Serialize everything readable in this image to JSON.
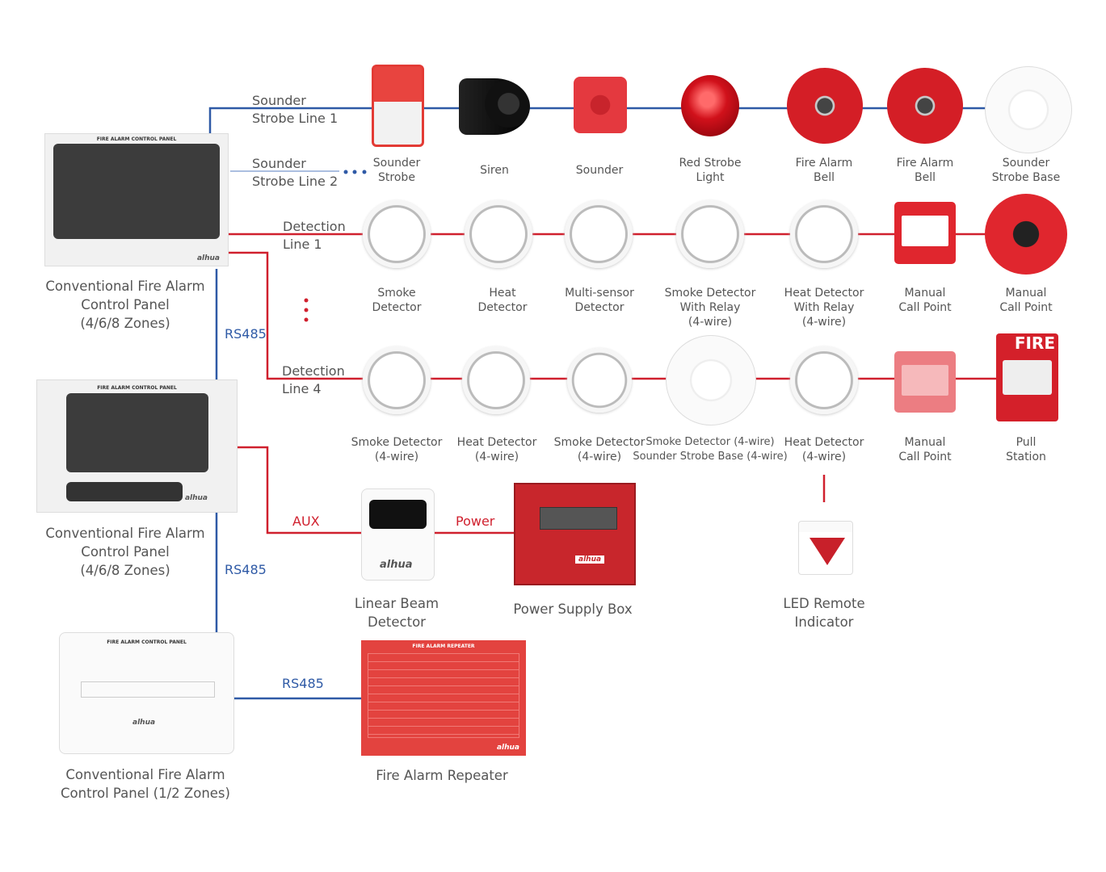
{
  "colors": {
    "blue_line": "#2f5aa6",
    "red_line": "#d0202e",
    "text": "#555555"
  },
  "line_labels": {
    "sounder_strobe_1": "Sounder\nStrobe Line 1",
    "sounder_strobe_2": "Sounder\nStrobe Line 2",
    "detection_1": "Detection\nLine 1",
    "detection_4": "Detection\nLine 4",
    "rs485_1": "RS485",
    "rs485_2": "RS485",
    "rs485_3": "RS485",
    "aux": "AUX",
    "power": "Power"
  },
  "panels": [
    {
      "label": "Conventional Fire Alarm\nControl Panel\n(4/6/8 Zones)",
      "title": "FIRE ALARM CONTROL PANEL",
      "logo": "alhua"
    },
    {
      "label": "Conventional Fire Alarm\nControl Panel\n(4/6/8 Zones)",
      "title": "FIRE ALARM CONTROL PANEL",
      "logo": "alhua"
    },
    {
      "label": "Conventional Fire Alarm\nControl Panel (1/2 Zones)",
      "title": "FIRE ALARM CONTROL PANEL",
      "logo": "alhua"
    }
  ],
  "row1": [
    "Sounder\nStrobe",
    "Siren",
    "Sounder",
    "Red Strobe\nLight",
    "Fire Alarm\nBell",
    "Fire Alarm\nBell",
    "Sounder\nStrobe Base"
  ],
  "row2": [
    "Smoke\nDetector",
    "Heat\nDetector",
    "Multi-sensor\nDetector",
    "Smoke Detector\nWith Relay\n(4-wire)",
    "Heat Detector\nWith Relay\n(4-wire)",
    "Manual\nCall Point",
    "Manual\nCall Point"
  ],
  "row3": [
    "Smoke Detector\n(4-wire)",
    "Heat Detector\n(4-wire)",
    "Smoke Detector\n(4-wire)",
    "Smoke Detector (4-wire)\nSounder Strobe Base (4-wire)",
    "Heat Detector\n(4-wire)",
    "Manual\nCall Point",
    "Pull\nStation"
  ],
  "pull_station_text": "FIRE",
  "row4": {
    "beam": "Linear Beam\nDetector",
    "psu": "Power Supply Box",
    "led": "LED Remote\nIndicator"
  },
  "repeater": {
    "label": "Fire Alarm Repeater",
    "title": "FIRE ALARM REPEATER",
    "logo": "alhua"
  }
}
